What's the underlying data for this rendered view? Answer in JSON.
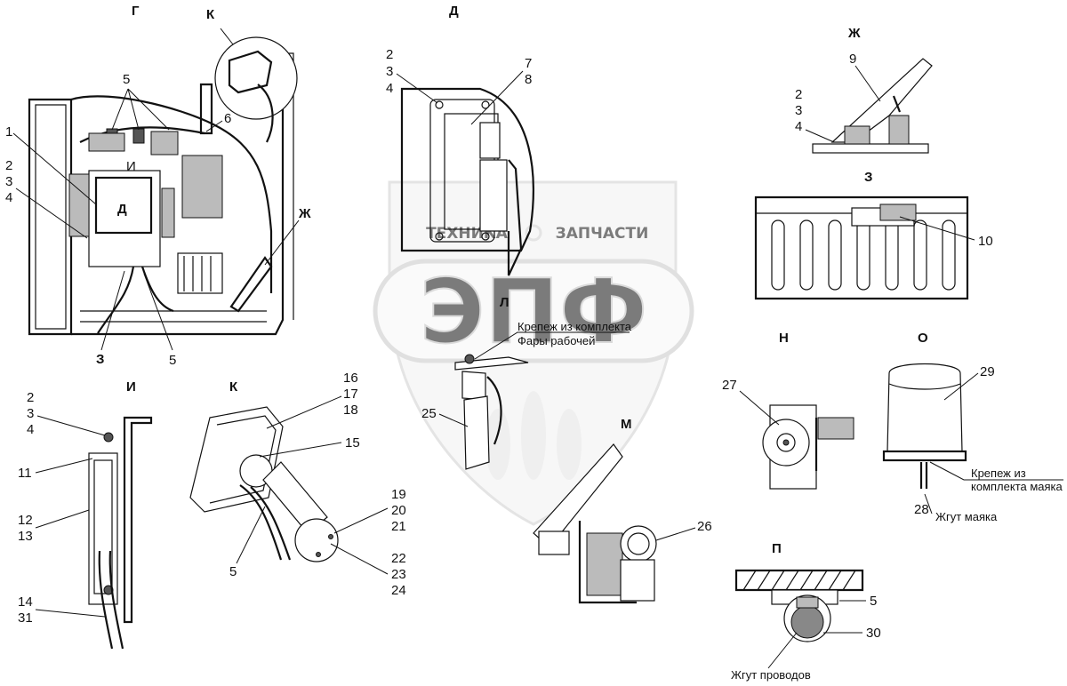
{
  "watermark": {
    "brand_left": "ТЕХНИКА",
    "brand_right": "ЗАПЧАСТИ",
    "logo_letters": "ЭПФ"
  },
  "views": {
    "G": "Г",
    "K_top": "К",
    "D": "Д",
    "ZH": "Ж",
    "Z": "З",
    "L": "Л",
    "N": "Н",
    "O": "О",
    "I": "И",
    "K": "К",
    "M": "М",
    "P": "П"
  },
  "labels": {
    "view_g": {
      "n1": "1",
      "n2": "2",
      "n3": "3",
      "n4": "4",
      "n5a": "5",
      "n6": "6",
      "z_ref": "З",
      "n5b": "5",
      "i_ref": "И",
      "d_ref": "Д",
      "zh_ref": "Ж"
    },
    "view_d": {
      "n2": "2",
      "n3": "3",
      "n4": "4",
      "n7": "7",
      "n8": "8"
    },
    "view_zh": {
      "n9": "9",
      "n2": "2",
      "n3": "3",
      "n4": "4"
    },
    "view_z": {
      "n10": "10"
    },
    "view_l": {
      "n25": "25",
      "note_line1": "Крепеж из комплекта",
      "note_line2": "Фары рабочей"
    },
    "view_n": {
      "n27": "27"
    },
    "view_o": {
      "n29": "29",
      "n28": "28",
      "note_line1": "Крепеж из",
      "note_line2": "комплекта маяка",
      "harness": "Жгут маяка"
    },
    "view_i": {
      "n2": "2",
      "n3": "3",
      "n4": "4",
      "n11": "11",
      "n12": "12",
      "n13": "13",
      "n14": "14",
      "n31": "31"
    },
    "view_k": {
      "n16": "16",
      "n17": "17",
      "n18": "18",
      "n15": "15",
      "n19": "19",
      "n20": "20",
      "n21": "21",
      "n22": "22",
      "n23": "23",
      "n24": "24",
      "n5": "5"
    },
    "view_m": {
      "n26": "26"
    },
    "view_p": {
      "n5": "5",
      "n30": "30",
      "harness": "Жгут проводов"
    }
  }
}
